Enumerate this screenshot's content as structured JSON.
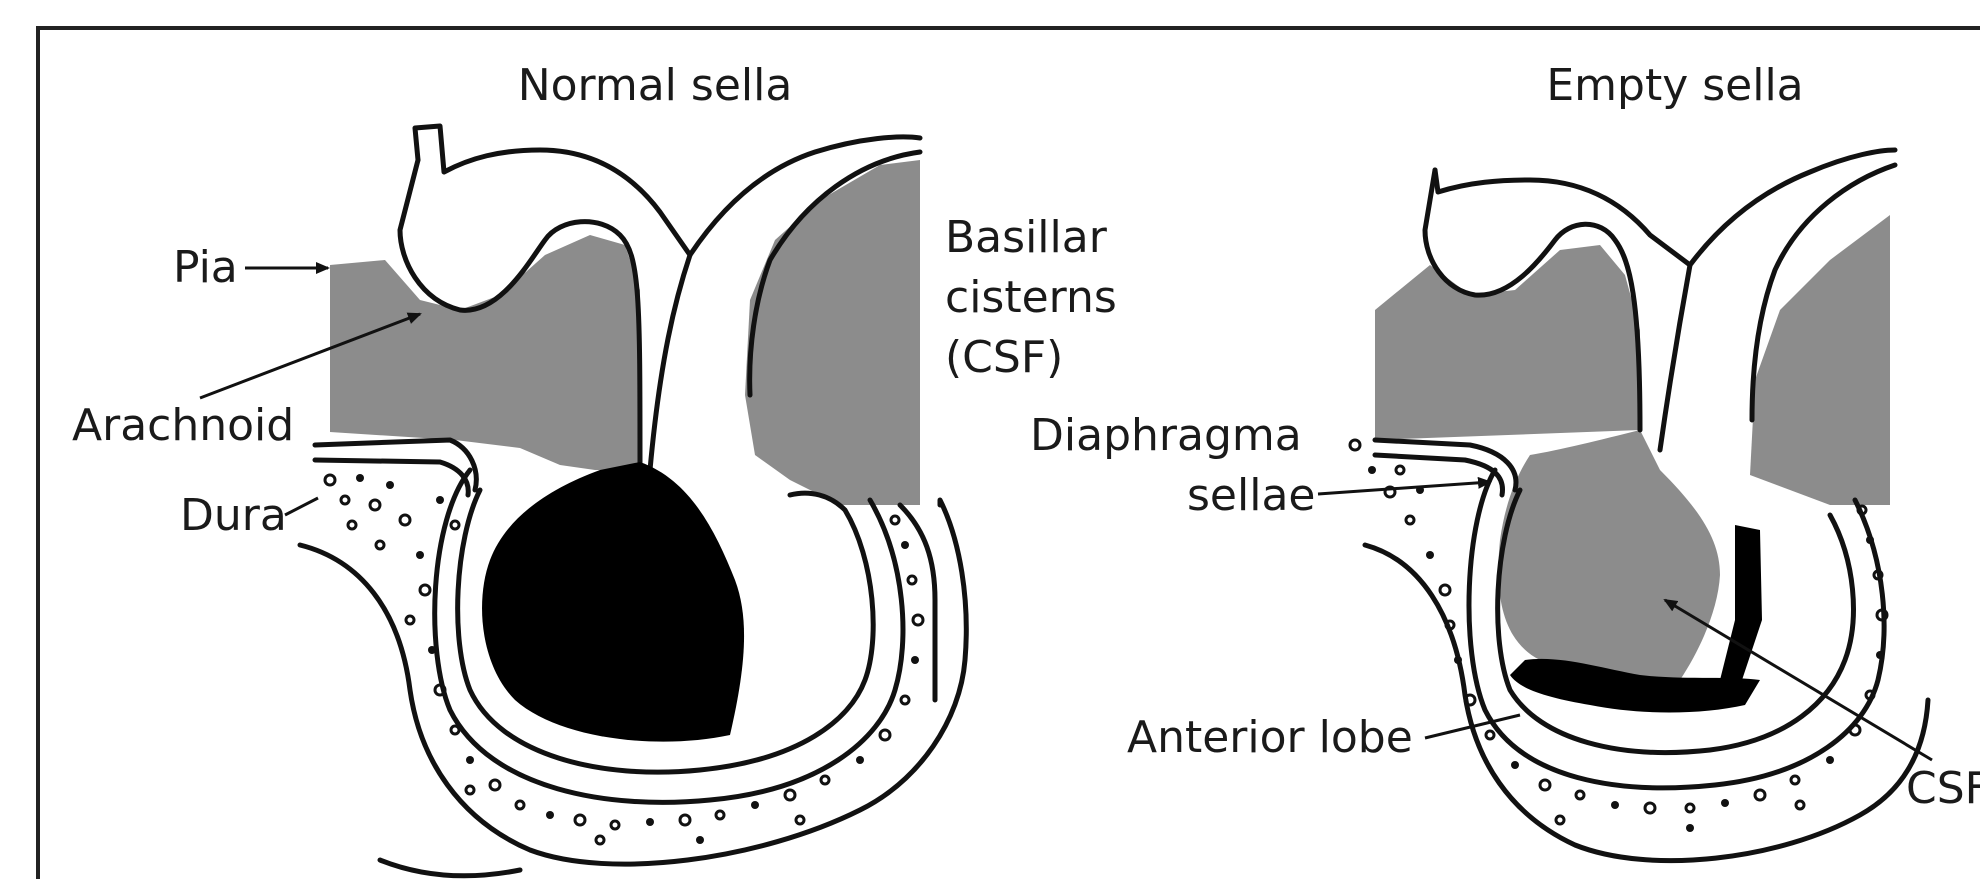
{
  "panels": {
    "normal": {
      "title": "Normal sella",
      "labels": {
        "pia": "Pia",
        "arachnoid": "Arachnoid",
        "dura": "Dura",
        "basillar_line1": "Basillar",
        "basillar_line2": "cisterns",
        "basillar_line3": "(CSF)"
      }
    },
    "empty": {
      "title": "Empty sella",
      "labels": {
        "diaphragma_line1": "Diaphragma",
        "diaphragma_line2": "sellae",
        "anterior_lobe": "Anterior lobe",
        "csf": "CSF"
      }
    }
  },
  "colors": {
    "csf_fill": "#8c8c8c",
    "pituitary_fill": "#000000",
    "line": "#111111",
    "frame": "#222222"
  }
}
